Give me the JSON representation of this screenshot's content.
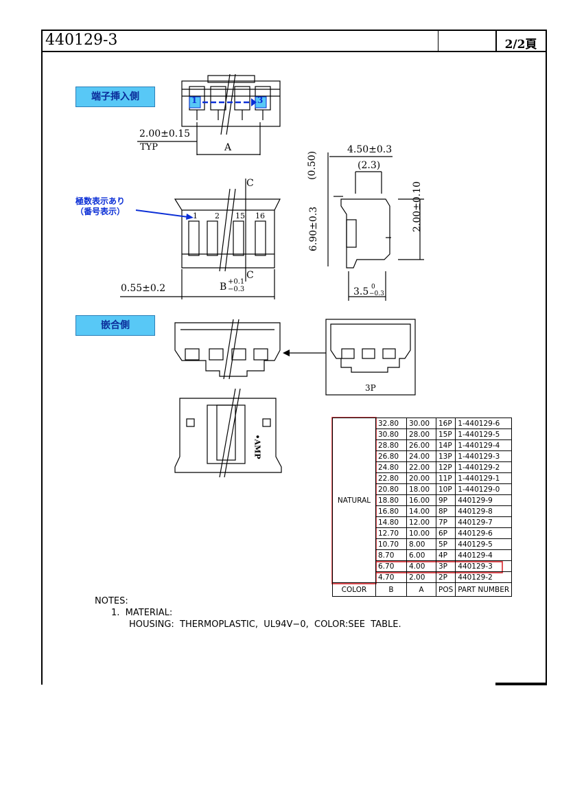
{
  "header": {
    "part_number": "440129-3",
    "page": "2/2頁"
  },
  "views": {
    "insertion_side_label": "端子挿入側",
    "mating_side_label": "嵌合側",
    "pin_numbers_note_line1": "極数表示あり",
    "pin_numbers_note_line2": "（番号表示）",
    "pin_first": "1",
    "pin_last": "3",
    "pin_marks": [
      "1",
      "2",
      "15",
      "16"
    ],
    "section_mark": "C",
    "detail_label": "3P",
    "logo_text": "•AMP"
  },
  "dimensions": {
    "pitch": "2.00±0.15",
    "pitch_note": "TYP",
    "dim_a": "A",
    "dim_b": "B",
    "dim_b_tol_plus": "+0.1",
    "dim_b_tol_minus": "−0.3",
    "offset": "0.55±0.2",
    "width": "4.50±0.3",
    "slot": "(2.3)",
    "top_gap": "(0.50)",
    "height": "6.90±0.3",
    "pin_height": "2.00±0.10",
    "base": "3.5",
    "base_tol_plus": "0",
    "base_tol_minus": "−0.3"
  },
  "table": {
    "headers": [
      "COLOR",
      "B",
      "A",
      "POS",
      "PART NUMBER"
    ],
    "color_value": "NATURAL",
    "rows": [
      [
        "32.80",
        "30.00",
        "16P",
        "1-440129-6"
      ],
      [
        "30.80",
        "28.00",
        "15P",
        "1-440129-5"
      ],
      [
        "28.80",
        "26.00",
        "14P",
        "1-440129-4"
      ],
      [
        "26.80",
        "24.00",
        "13P",
        "1-440129-3"
      ],
      [
        "24.80",
        "22.00",
        "12P",
        "1-440129-2"
      ],
      [
        "22.80",
        "20.00",
        "11P",
        "1-440129-1"
      ],
      [
        "20.80",
        "18.00",
        "10P",
        "1-440129-0"
      ],
      [
        "18.80",
        "16.00",
        "9P",
        "440129-9"
      ],
      [
        "16.80",
        "14.00",
        "8P",
        "440129-8"
      ],
      [
        "14.80",
        "12.00",
        "7P",
        "440129-7"
      ],
      [
        "12.70",
        "10.00",
        "6P",
        "440129-6"
      ],
      [
        "10.70",
        "8.00",
        "5P",
        "440129-5"
      ],
      [
        "8.70",
        "6.00",
        "4P",
        "440129-4"
      ],
      [
        "6.70",
        "4.00",
        "3P",
        "440129-3"
      ],
      [
        "4.70",
        "2.00",
        "2P",
        "440129-2"
      ]
    ],
    "highlight_color": "#d8262c"
  },
  "notes": {
    "heading": "NOTES:",
    "item1": "1.  MATERIAL:",
    "item1_detail": "HOUSING:  THERMOPLASTIC,  UL94V−0,  COLOR:SEE  TABLE."
  }
}
